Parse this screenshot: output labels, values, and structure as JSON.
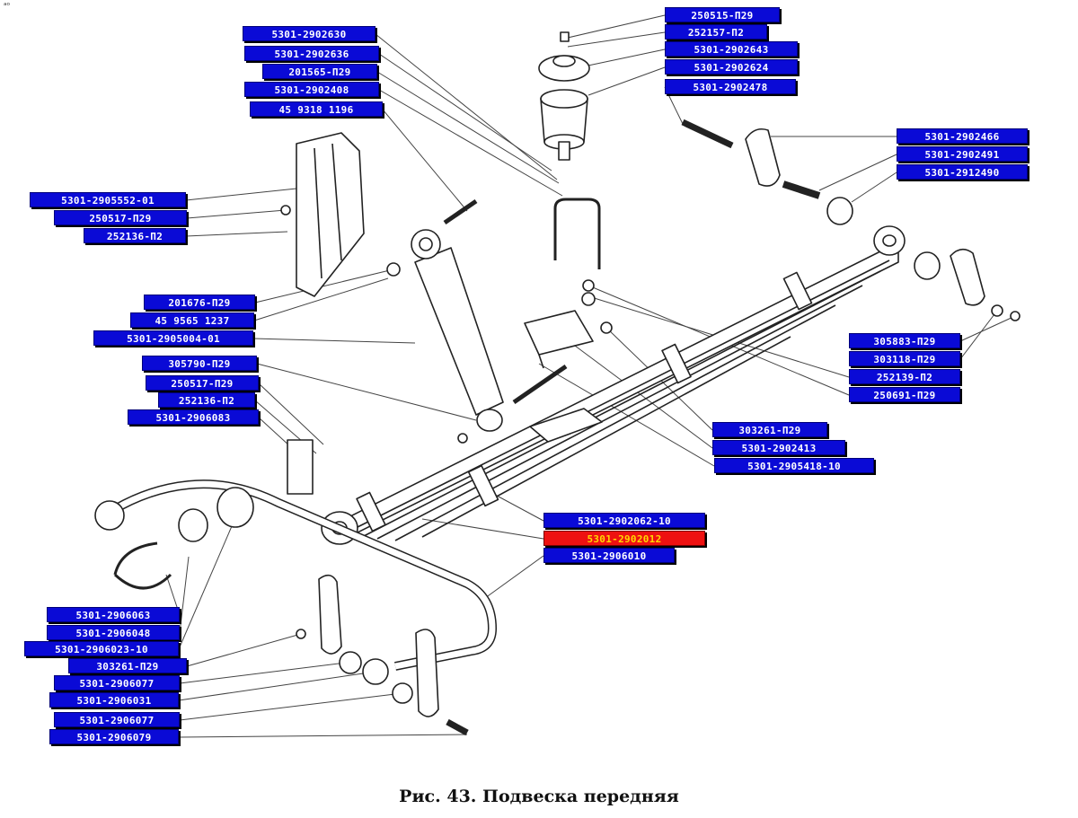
{
  "corner_mark": "ᵃᵒ",
  "caption": "Рис. 43. Подвеска передняя",
  "highlight_color": "#ee1111",
  "tag_color": "#0a0ad6",
  "callouts": [
    {
      "label": "250515-П29"
    },
    {
      "label": "252157-П2"
    },
    {
      "label": "5301-2902643"
    },
    {
      "label": "5301-2902624"
    },
    {
      "label": "5301-2902478"
    },
    {
      "label": "5301-2902630"
    },
    {
      "label": "5301-2902636"
    },
    {
      "label": "201565-П29"
    },
    {
      "label": "5301-2902408"
    },
    {
      "label": "45 9318 1196"
    },
    {
      "label": "5301-2902466"
    },
    {
      "label": "5301-2902491"
    },
    {
      "label": "5301-2912490"
    },
    {
      "label": "5301-2905552-01"
    },
    {
      "label": "250517-П29"
    },
    {
      "label": "252136-П2"
    },
    {
      "label": "201676-П29"
    },
    {
      "label": "45 9565 1237"
    },
    {
      "label": "5301-2905004-01"
    },
    {
      "label": "305790-П29"
    },
    {
      "label": "250517-П29"
    },
    {
      "label": "252136-П2"
    },
    {
      "label": "5301-2906083"
    },
    {
      "label": "305883-П29"
    },
    {
      "label": "303118-П29"
    },
    {
      "label": "252139-П2"
    },
    {
      "label": "250691-П29"
    },
    {
      "label": "303261-П29"
    },
    {
      "label": "5301-2902413"
    },
    {
      "label": "5301-2905418-10"
    },
    {
      "label": "5301-2902062-10"
    },
    {
      "label": "5301-2902012",
      "selected": true
    },
    {
      "label": "5301-2906010"
    },
    {
      "label": "5301-2906063"
    },
    {
      "label": "5301-2906048"
    },
    {
      "label": "5301-2906023-10"
    },
    {
      "label": "303261-П29"
    },
    {
      "label": "5301-2906077"
    },
    {
      "label": "5301-2906031"
    },
    {
      "label": "5301-2906077"
    },
    {
      "label": "5301-2906079"
    }
  ]
}
